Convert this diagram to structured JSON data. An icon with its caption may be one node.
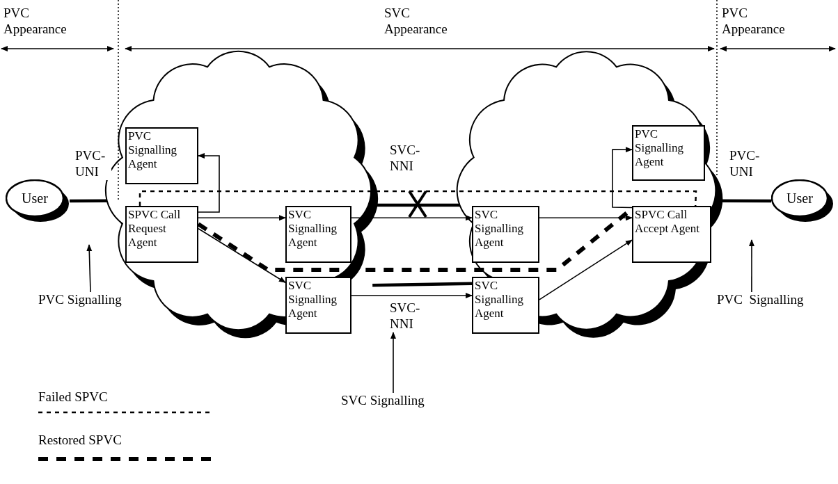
{
  "diagram": {
    "nodes": [
      {
        "text": [
          "User"
        ]
      },
      {
        "text": [],
        "shape": "cloud"
      },
      {
        "text": [
          "PVC Signalling Agent"
        ],
        "in": 1
      },
      {
        "text": [
          "SPVC Call Request Agent"
        ],
        "in": 1
      },
      {
        "text": [
          "SVC Signalling Agent"
        ],
        "in": 1
      },
      {
        "text": [
          "SVC Signalling Agent"
        ],
        "in": 1
      },
      {
        "text": [],
        "shape": "cloud"
      },
      {
        "text": [
          "PVC Signalling Agent"
        ],
        "in": 6
      },
      {
        "text": [
          "SVC Signalling Agent"
        ],
        "in": 6
      },
      {
        "text": [
          "SPVC Call Accept Agent"
        ],
        "in": 6
      },
      {
        "text": [
          "SVC Signalling Agent"
        ],
        "in": 6
      },
      {
        "text": [
          "User"
        ]
      },
      {
        "text": [
          "PVC Signalling"
        ]
      },
      {
        "text": [
          "SVC Signalling"
        ]
      },
      {
        "text": [
          "PVC  Signalling"
        ]
      }
    ],
    "edges": [
      {
        "from": 0,
        "to": 1,
        "arrow": "none",
        "style": "thick",
        "label": "PVC-UNI"
      },
      {
        "from": 3,
        "to": 2,
        "arrow": "to"
      },
      {
        "from": 3,
        "to": 4,
        "arrow": "to"
      },
      {
        "from": 3,
        "to": 5,
        "arrow": "to"
      },
      {
        "from": 4,
        "to": 8,
        "arrow": "to"
      },
      {
        "from": 5,
        "to": 10,
        "arrow": "to"
      },
      {
        "from": 8,
        "to": 9,
        "arrow": "to"
      },
      {
        "from": 10,
        "to": 9,
        "arrow": "to"
      },
      {
        "from": 9,
        "to": 7,
        "arrow": "to"
      },
      {
        "from": 1,
        "to": 6,
        "arrow": "none",
        "style": "thick",
        "label": "SVC-NNI"
      },
      {
        "from": 1,
        "to": 10,
        "arrow": "none",
        "style": "thick",
        "label": "SVC-NNI"
      },
      {
        "from": 6,
        "to": 11,
        "arrow": "none",
        "style": "thick",
        "label": "PVC-UNI"
      },
      {
        "from": 3,
        "to": 9,
        "arrow": "none",
        "style": "dashed"
      },
      {
        "from": 3,
        "to": 9,
        "arrow": "none",
        "style": "dashed"
      },
      {
        "from": 12,
        "to": null,
        "arrow": "to"
      },
      {
        "from": 13,
        "to": null,
        "arrow": "to"
      },
      {
        "from": 14,
        "to": null,
        "arrow": "to"
      }
    ],
    "labels": [
      "PVC Appearance",
      "SVC Appearance",
      "PVC Appearance"
    ],
    "legend": [
      {
        "text": "Failed SPVC"
      },
      {
        "text": "Restored SPVC"
      }
    ]
  }
}
